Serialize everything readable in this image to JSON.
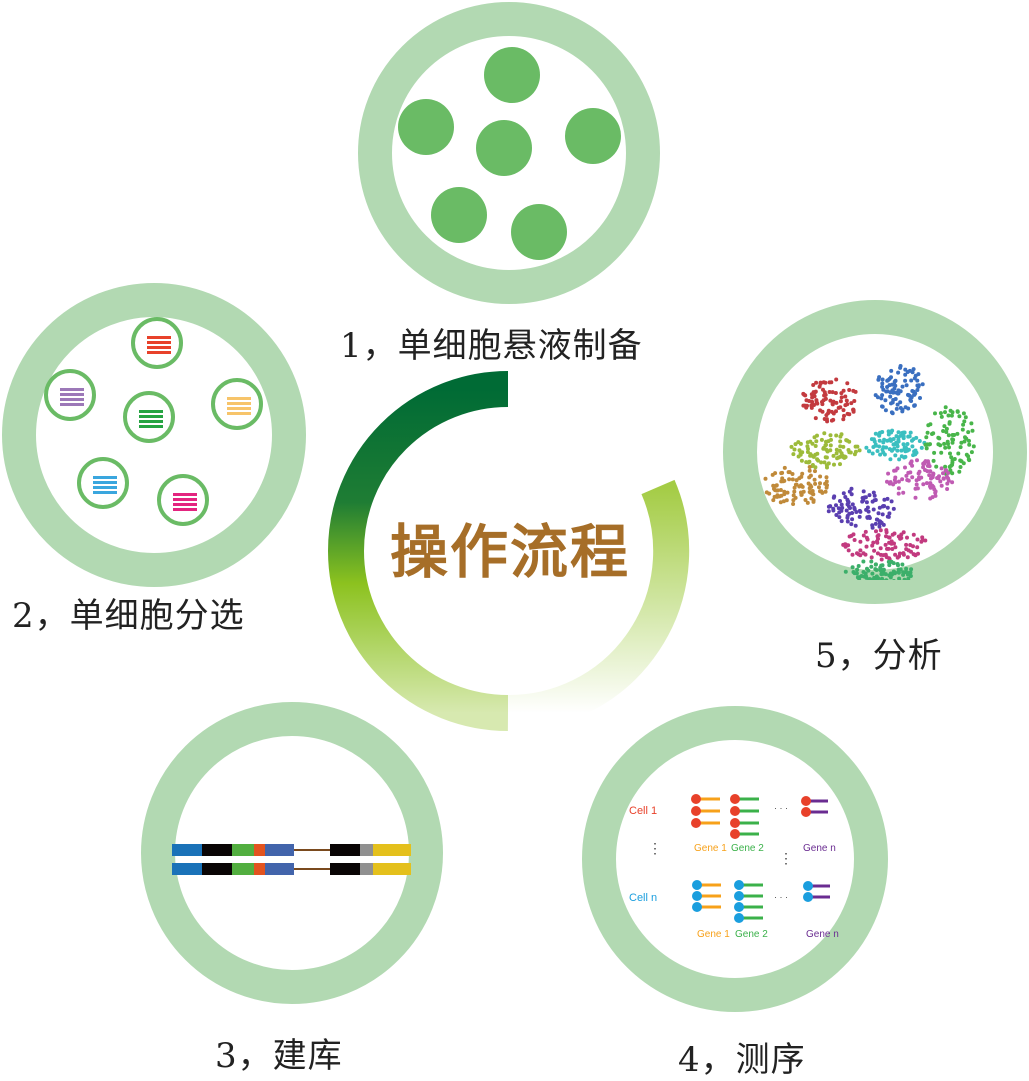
{
  "center": {
    "title": "操作流程",
    "title_color": "#a66e28",
    "arc_colors": [
      "#006b35",
      "#8cc21f",
      "#ffffff"
    ]
  },
  "steps": [
    {
      "number": "1",
      "label": "1，单细胞悬液制备",
      "icon": "cell-suspension-icon"
    },
    {
      "number": "2",
      "label": "2，单细胞分选",
      "icon": "single-cell-sorting-icon"
    },
    {
      "number": "3",
      "label": "3，建库",
      "icon": "library-construction-icon"
    },
    {
      "number": "4",
      "label": "4，测序",
      "icon": "sequencing-icon"
    },
    {
      "number": "5",
      "label": "5，分析",
      "icon": "tsne-cluster-analysis-icon"
    }
  ],
  "sorting": {
    "bar_colors": [
      "#e8412a",
      "#9c78b8",
      "#26a442",
      "#f7c46a",
      "#3aa6de",
      "#e3257f"
    ]
  },
  "library": {
    "segment_colors": [
      "#1a72b8",
      "#0a0505",
      "#52ae3f",
      "#e2531f",
      "#4264ab",
      "#7a4a1e",
      "#0a0505",
      "#909090",
      "#e4c01c"
    ]
  },
  "sequencing": {
    "cell_1": "Cell 1",
    "cell_n": "Cell n",
    "gene_1": "Gene 1",
    "gene_2": "Gene 2",
    "gene_n": "Gene n",
    "ellipsis": "· · ·",
    "vdots": "⋮",
    "colors": {
      "cell1": "#e8412a",
      "celln": "#1a9ede",
      "gene1": "#f7a11a",
      "gene2": "#3bb14a",
      "genen": "#6a2c91"
    }
  },
  "palette": {
    "ring": "#b2d9b2",
    "cell": "#6abb65"
  }
}
